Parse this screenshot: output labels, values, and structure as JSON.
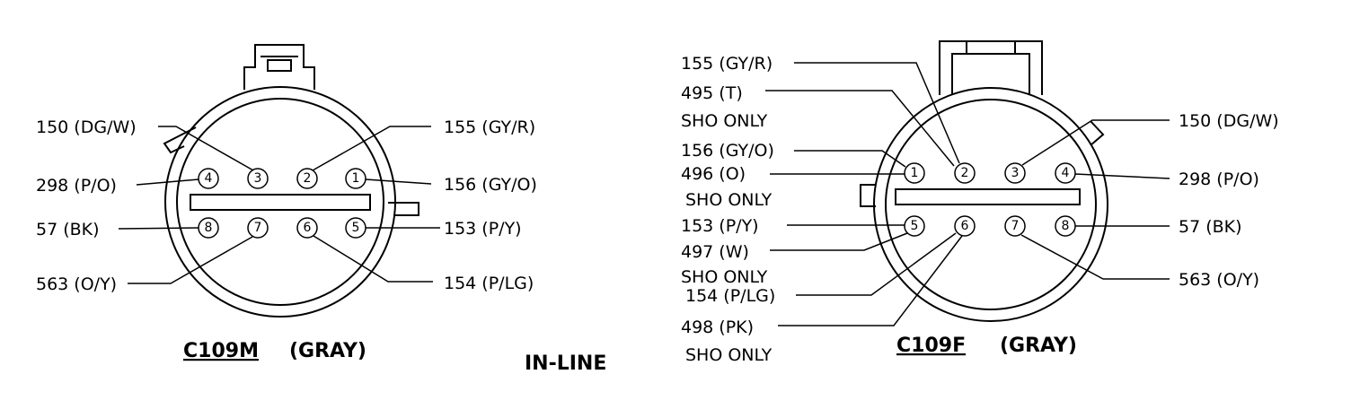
{
  "c109m": {
    "name": "C109M",
    "color": "(GRAY)",
    "pins": [
      {
        "num": "1",
        "label": "156 (GY/O)"
      },
      {
        "num": "2",
        "label": "155 (GY/R)"
      },
      {
        "num": "3",
        "label": "150 (DG/W)"
      },
      {
        "num": "4",
        "label": "298 (P/O)"
      },
      {
        "num": "5",
        "label": "153 (P/Y)"
      },
      {
        "num": "6",
        "label": "154 (P/LG)"
      },
      {
        "num": "7",
        "label": "563 (O/Y)"
      },
      {
        "num": "8",
        "label": "57 (BK)"
      }
    ]
  },
  "c109f": {
    "name": "C109F",
    "color": "(GRAY)",
    "pins": [
      {
        "num": "1",
        "label": "156 (GY/O)"
      },
      {
        "num": "2",
        "label": "155 (GY/R)"
      },
      {
        "num": "3",
        "label": "150 (DG/W)"
      },
      {
        "num": "4",
        "label": "298 (P/O)"
      },
      {
        "num": "5",
        "label": "153 (P/Y)"
      },
      {
        "num": "6",
        "label": "154 (P/LG)"
      },
      {
        "num": "7",
        "label": "563 (O/Y)"
      },
      {
        "num": "8",
        "label": "57 (BK)"
      }
    ],
    "extra": [
      {
        "label": "495 (T)",
        "note": "SHO ONLY"
      },
      {
        "label": "496 (O)",
        "note": "SHO ONLY"
      },
      {
        "label": "497 (W)",
        "note": "SHO ONLY"
      },
      {
        "label": "498 (PK)",
        "note": "SHO ONLY"
      }
    ]
  },
  "center_label": "IN-LINE"
}
